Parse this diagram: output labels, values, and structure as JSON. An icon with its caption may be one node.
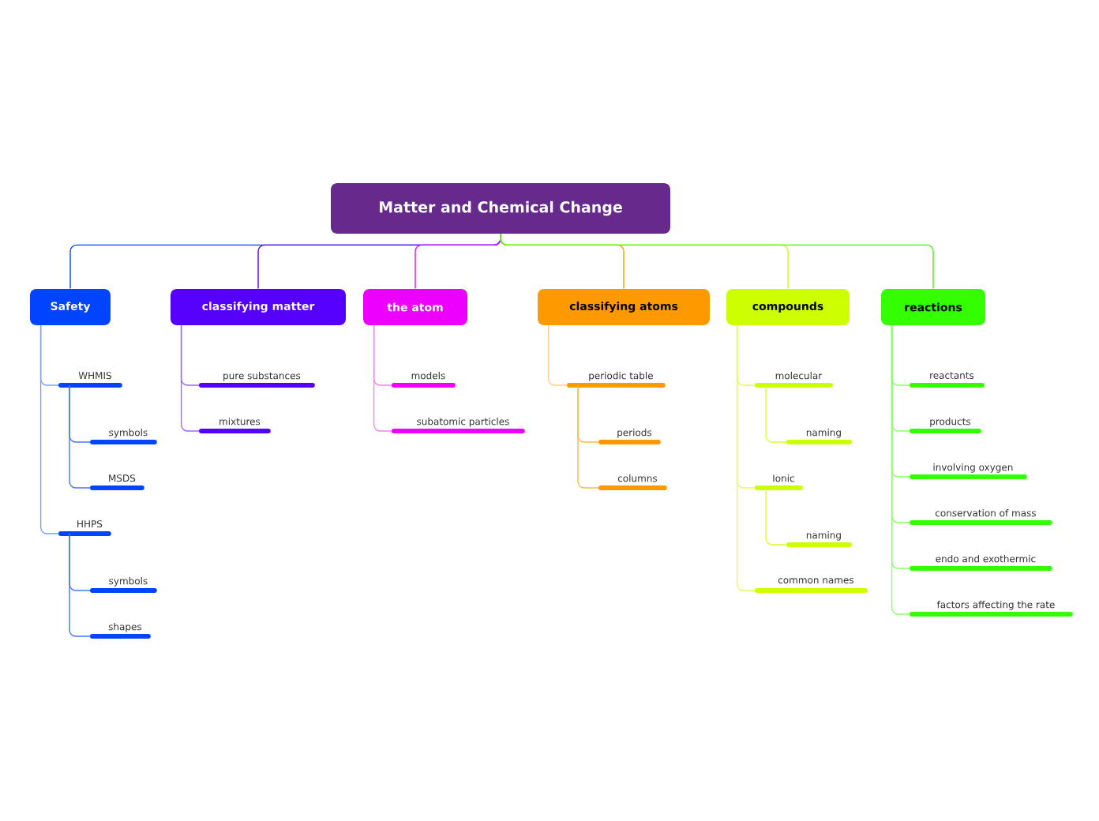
{
  "diagram": {
    "nodes": [
      {
        "text": [
          "Matter and Chemical Change"
        ]
      },
      {
        "text": [
          "Safety"
        ]
      },
      {
        "text": [
          "classifying matter"
        ]
      },
      {
        "text": [
          "the atom"
        ]
      },
      {
        "text": [
          "classifying atoms"
        ]
      },
      {
        "text": [
          "compounds"
        ]
      },
      {
        "text": [
          "reactions"
        ]
      },
      {
        "text": [
          "WHMIS"
        ]
      },
      {
        "text": [
          "symbols"
        ]
      },
      {
        "text": [
          "MSDS"
        ]
      },
      {
        "text": [
          "HHPS"
        ]
      },
      {
        "text": [
          "symbols"
        ]
      },
      {
        "text": [
          "shapes"
        ]
      },
      {
        "text": [
          "pure substances"
        ]
      },
      {
        "text": [
          "mixtures"
        ]
      },
      {
        "text": [
          "models"
        ]
      },
      {
        "text": [
          "subatomic particles"
        ]
      },
      {
        "text": [
          "periodic table"
        ]
      },
      {
        "text": [
          "periods"
        ]
      },
      {
        "text": [
          "columns"
        ]
      },
      {
        "text": [
          "molecular"
        ]
      },
      {
        "text": [
          "naming"
        ]
      },
      {
        "text": [
          "Ionic"
        ]
      },
      {
        "text": [
          "naming"
        ]
      },
      {
        "text": [
          "common names"
        ]
      },
      {
        "text": [
          "reactants"
        ]
      },
      {
        "text": [
          "products"
        ]
      },
      {
        "text": [
          "involving oxygen"
        ]
      },
      {
        "text": [
          "conservation of mass"
        ]
      },
      {
        "text": [
          "endo and exothermic"
        ]
      },
      {
        "text": [
          "factors affecting the rate"
        ]
      }
    ],
    "edges": [
      {
        "from": 0,
        "to": 1,
        "arrow": "none",
        "color": "#0044ff"
      },
      {
        "from": 0,
        "to": 2,
        "arrow": "none",
        "color": "#5500ff"
      },
      {
        "from": 0,
        "to": 3,
        "arrow": "none",
        "color": "#ee00ff"
      },
      {
        "from": 0,
        "to": 4,
        "arrow": "none",
        "color": "#ff9900"
      },
      {
        "from": 0,
        "to": 5,
        "arrow": "none",
        "color": "#ccff00"
      },
      {
        "from": 0,
        "to": 6,
        "arrow": "none",
        "color": "#33ff00"
      },
      {
        "from": 1,
        "to": 7,
        "arrow": "none",
        "color": "#7f9fff"
      },
      {
        "from": 7,
        "to": 8,
        "arrow": "none",
        "color": "#4477ff"
      },
      {
        "from": 7,
        "to": 9,
        "arrow": "none",
        "color": "#4477ff"
      },
      {
        "from": 1,
        "to": 10,
        "arrow": "none",
        "color": "#7f9fff"
      },
      {
        "from": 10,
        "to": 11,
        "arrow": "none",
        "color": "#4477ff"
      },
      {
        "from": 10,
        "to": 12,
        "arrow": "none",
        "color": "#4477ff"
      },
      {
        "from": 2,
        "to": 13,
        "arrow": "none",
        "color": "#9966ff"
      },
      {
        "from": 2,
        "to": 14,
        "arrow": "none",
        "color": "#9966ff"
      },
      {
        "from": 3,
        "to": 15,
        "arrow": "none",
        "color": "#f27fff"
      },
      {
        "from": 3,
        "to": 16,
        "arrow": "none",
        "color": "#f27fff"
      },
      {
        "from": 4,
        "to": 17,
        "arrow": "none",
        "color": "#ffcc88"
      },
      {
        "from": 17,
        "to": 18,
        "arrow": "none",
        "color": "#ffb84d"
      },
      {
        "from": 17,
        "to": 19,
        "arrow": "none",
        "color": "#ffb84d"
      },
      {
        "from": 5,
        "to": 20,
        "arrow": "none",
        "color": "#e0ff55"
      },
      {
        "from": 20,
        "to": 21,
        "arrow": "none",
        "color": "#d6ff33"
      },
      {
        "from": 5,
        "to": 22,
        "arrow": "none",
        "color": "#e0ff55"
      },
      {
        "from": 22,
        "to": 23,
        "arrow": "none",
        "color": "#d6ff33"
      },
      {
        "from": 5,
        "to": 24,
        "arrow": "none",
        "color": "#e0ff55"
      },
      {
        "from": 6,
        "to": 25,
        "arrow": "none",
        "color": "#88ff66"
      },
      {
        "from": 6,
        "to": 26,
        "arrow": "none",
        "color": "#88ff66"
      },
      {
        "from": 6,
        "to": 27,
        "arrow": "none",
        "color": "#88ff66"
      },
      {
        "from": 6,
        "to": 28,
        "arrow": "none",
        "color": "#88ff66"
      },
      {
        "from": 6,
        "to": 29,
        "arrow": "none",
        "color": "#88ff66"
      },
      {
        "from": 6,
        "to": 30,
        "arrow": "none",
        "color": "#88ff66"
      }
    ]
  }
}
